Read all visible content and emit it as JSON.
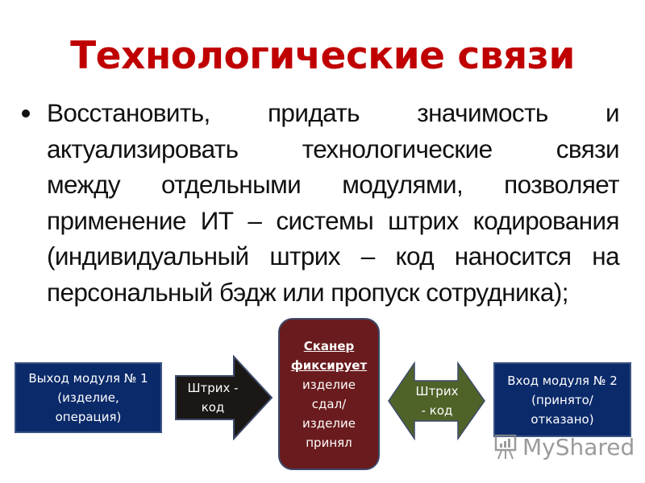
{
  "slide": {
    "title": "Технологические связи",
    "title_color": "#c00000",
    "bullet": {
      "lines": [
        "Восстановить, придать значимость и",
        "актуализировать технологические связи",
        "между отдельными модулями, позволяет",
        "применение ИТ – системы штрих кодирования",
        "(индивидуальный штрих – код наносится на",
        "персональный бэдж или пропуск сотрудника);"
      ]
    }
  },
  "diagram": {
    "output_module": {
      "lines": [
        "Выход  модуля № 1",
        "(изделие,",
        "операция)"
      ],
      "color": "#0b2a6a"
    },
    "arrow_right": {
      "lines": [
        "Штрих -",
        "код"
      ],
      "color": "#1a1714"
    },
    "scanner": {
      "heading_lines": [
        "Сканер",
        "фиксирует"
      ],
      "body_lines": [
        "изделие",
        "сдал/",
        "изделие",
        "принял"
      ],
      "color": "#6a1b1d"
    },
    "arrow_double": {
      "lines": [
        "Штрих",
        "- код"
      ],
      "color": "#4f6228"
    },
    "input_module": {
      "lines": [
        "Вход модуля № 2",
        "(принято/",
        "отказано)"
      ],
      "color": "#0b2a6a"
    }
  },
  "watermark": {
    "text": "MyShared",
    "icon": "presentation-chart-icon"
  }
}
